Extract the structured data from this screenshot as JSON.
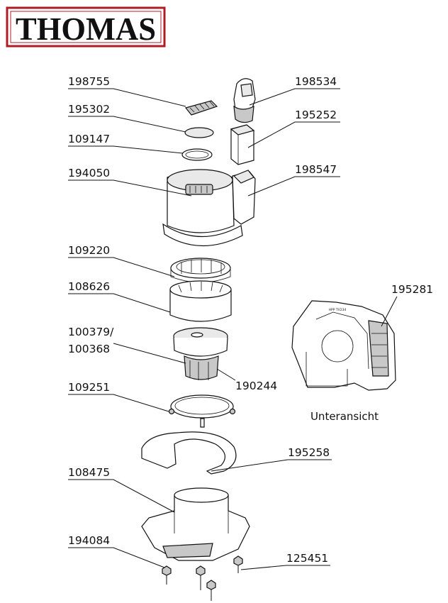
{
  "logo": {
    "text": "THOMAS",
    "border_color": "#b01c24"
  },
  "parts": [
    {
      "number": "198755"
    },
    {
      "number": "198534"
    },
    {
      "number": "195302"
    },
    {
      "number": "195252"
    },
    {
      "number": "109147"
    },
    {
      "number": "194050"
    },
    {
      "number": "198547"
    },
    {
      "number": "109220"
    },
    {
      "number": "108626"
    },
    {
      "number": "195281"
    },
    {
      "number": "100379/"
    },
    {
      "number": "100368"
    },
    {
      "number": "190244"
    },
    {
      "number": "109251"
    },
    {
      "number": "195258"
    },
    {
      "number": "108475"
    },
    {
      "number": "194084"
    },
    {
      "number": "125451"
    }
  ],
  "inset": {
    "caption": "Unteransicht",
    "marking": "HPP TV234"
  }
}
